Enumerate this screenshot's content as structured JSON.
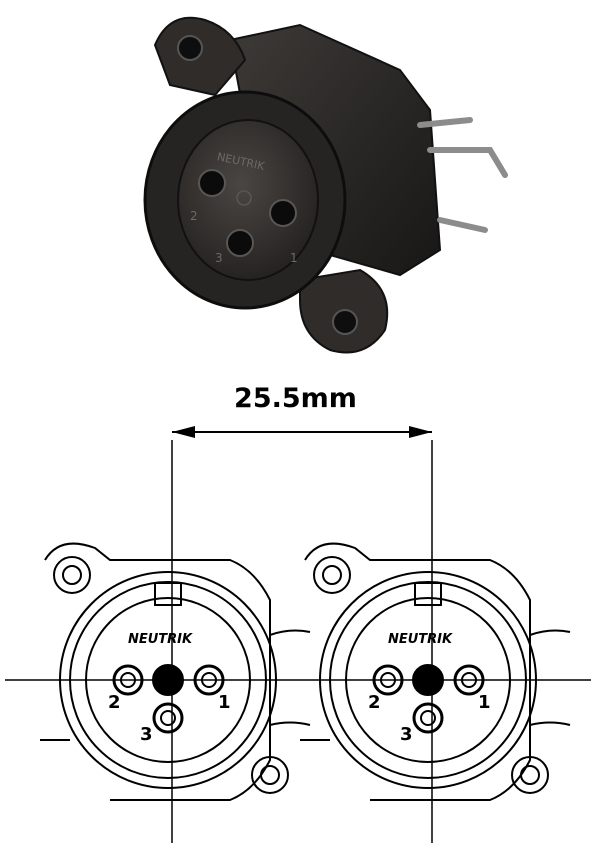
{
  "dimension": {
    "spacing_label": "25.5mm"
  },
  "photo": {
    "brand_text": "NEUTRIK",
    "pin_labels": [
      "2",
      "3",
      "1"
    ]
  },
  "drawing": {
    "connectors": [
      {
        "brand_text": "NEUTRIK",
        "pin_labels": {
          "left": "2",
          "bottom": "3",
          "right": "1"
        }
      },
      {
        "brand_text": "NEUTRIK",
        "pin_labels": {
          "left": "2",
          "bottom": "3",
          "right": "1"
        }
      }
    ]
  },
  "colors": {
    "body": "#2b2826",
    "line": "#000000",
    "background": "#ffffff"
  }
}
